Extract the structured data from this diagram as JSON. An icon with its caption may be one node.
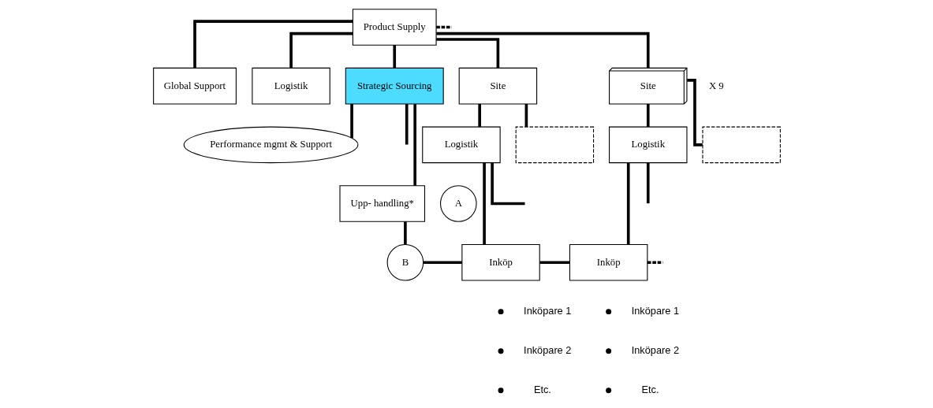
{
  "diagram": {
    "nodes": [
      {
        "text": [
          "Product Supply"
        ]
      },
      {
        "text": [
          "Global Support"
        ]
      },
      {
        "text": [
          "Logistik"
        ]
      },
      {
        "text": [
          "Strategic Sourcing"
        ]
      },
      {
        "text": [
          "Site"
        ]
      },
      {
        "text": [
          "Site"
        ],
        "beside": [
          "X 9"
        ]
      },
      {
        "text": [
          "Performance mgmt & Support"
        ]
      },
      {
        "text": [
          "Logistik"
        ]
      },
      {
        "text": [],
        "shape": "box"
      },
      {
        "text": [
          "Logistik"
        ]
      },
      {
        "text": [],
        "shape": "box"
      },
      {
        "text": [
          "Upp- handling*"
        ]
      },
      {
        "text": [
          "A"
        ]
      },
      {
        "text": [
          "B"
        ]
      },
      {
        "text": [
          "Inköp"
        ]
      },
      {
        "text": [
          "Inköp"
        ]
      }
    ],
    "edges": [
      {
        "from": 0,
        "to": 1,
        "arrow": "none"
      },
      {
        "from": 0,
        "to": 2,
        "arrow": "none"
      },
      {
        "from": 0,
        "to": 3,
        "arrow": "none"
      },
      {
        "from": 0,
        "to": 4,
        "arrow": "none"
      },
      {
        "from": 0,
        "to": 5,
        "arrow": "none"
      },
      {
        "from": 0,
        "to": null,
        "arrow": "none",
        "style": "dashed"
      },
      {
        "from": 3,
        "to": 6,
        "arrow": "none"
      },
      {
        "from": 3,
        "to": 11,
        "arrow": "none"
      },
      {
        "from": 3,
        "to": null,
        "arrow": "none"
      },
      {
        "from": 4,
        "to": 7,
        "arrow": "none"
      },
      {
        "from": 4,
        "to": 8,
        "arrow": "none"
      },
      {
        "from": 5,
        "to": 9,
        "arrow": "none"
      },
      {
        "from": 5,
        "to": 10,
        "arrow": "none"
      },
      {
        "from": 7,
        "to": 14,
        "arrow": "none"
      },
      {
        "from": 7,
        "to": null,
        "arrow": "none"
      },
      {
        "from": 9,
        "to": 15,
        "arrow": "none"
      },
      {
        "from": 9,
        "to": null,
        "arrow": "none"
      },
      {
        "from": 11,
        "to": 13,
        "arrow": "none"
      },
      {
        "from": 13,
        "to": 14,
        "arrow": "none"
      },
      {
        "from": 14,
        "to": 15,
        "arrow": "none"
      },
      {
        "from": 15,
        "to": null,
        "arrow": "none",
        "style": "dashed"
      }
    ],
    "labels": [
      "Inköpare 1",
      "Inköpare 2",
      "Etc.",
      "Inköpare 1",
      "Inköpare 2",
      "Etc."
    ]
  }
}
